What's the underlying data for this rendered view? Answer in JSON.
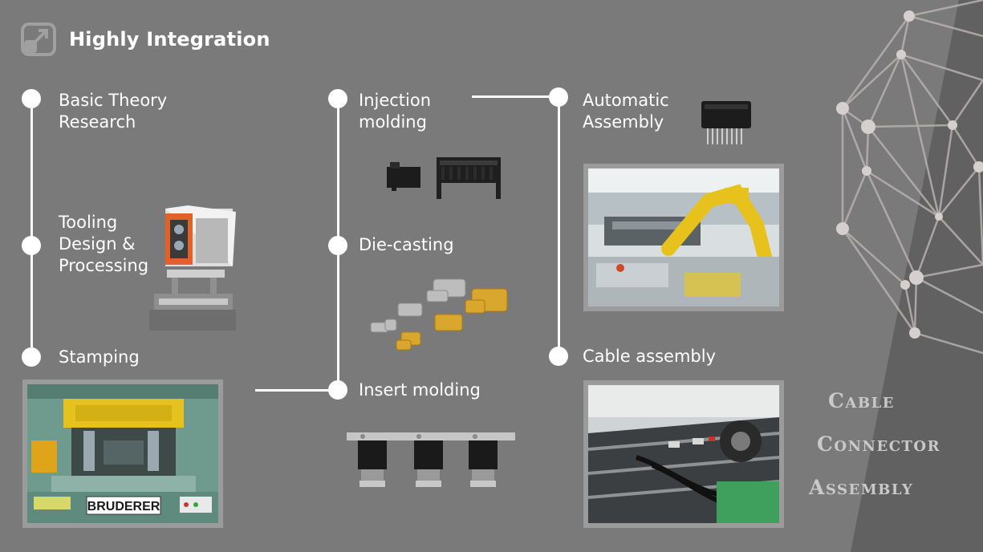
{
  "header": {
    "title": "Highly Integration",
    "icon": "link-arrow-icon"
  },
  "steps": {
    "basic_theory": "Basic Theory\nResearch",
    "tooling": "Tooling\nDesign &\nProcessing",
    "stamping": "Stamping",
    "injection": "Injection\nmolding",
    "die_casting": "Die-casting",
    "insert_molding": "Insert molding",
    "automatic_assembly": "Automatic\nAssembly",
    "cable_assembly": "Cable assembly"
  },
  "photos": {
    "stamping_press_brand": "BRUDERER"
  },
  "side_text": {
    "line1": "Cable",
    "line2": "Connector",
    "line3": "Assembly"
  },
  "colors": {
    "background": "#7a7a7a",
    "panel": "#616161",
    "line": "#ffffff",
    "frame": "#9b9b9b",
    "accent_orange": "#e0622a",
    "accent_yellow": "#e8c21c",
    "brass": "#d9a62e"
  }
}
